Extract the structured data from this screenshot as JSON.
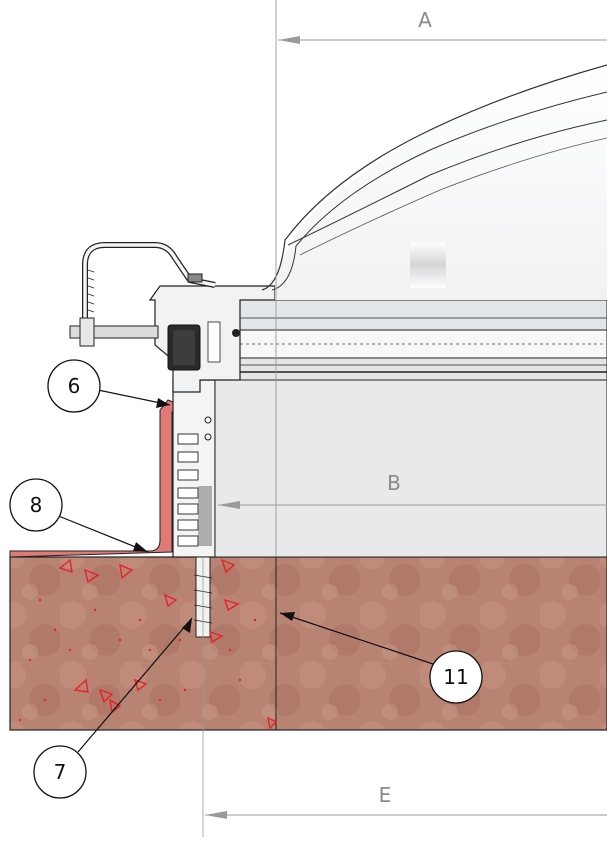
{
  "dimensions": [
    {
      "id": "A",
      "label": "A"
    },
    {
      "id": "B",
      "label": "B"
    },
    {
      "id": "E",
      "label": "E"
    }
  ],
  "callouts": [
    {
      "id": "6",
      "label": "6"
    },
    {
      "id": "8",
      "label": "8"
    },
    {
      "id": "7",
      "label": "7"
    },
    {
      "id": "11",
      "label": "11"
    }
  ],
  "colors": {
    "masonry": "#b98373",
    "masonry_dark": "#a8705f",
    "sealant": "#e07a78",
    "anchor_marks": "#e8202a",
    "glazing": "#e3e6e8",
    "frame": "#f1f2f3",
    "line": "#222222",
    "dim_line": "#9a9a9a"
  }
}
